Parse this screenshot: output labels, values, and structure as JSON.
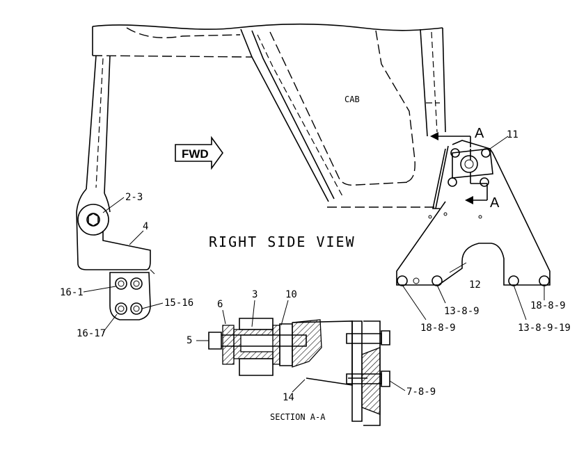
{
  "labels": {
    "cab": "CAB",
    "fwd": "FWD",
    "view_title": "RIGHT SIDE VIEW",
    "section_title": "SECTION A-A",
    "section_marker_top": "A",
    "section_marker_bottom": "A"
  },
  "callouts": {
    "c2_3": "2-3",
    "c4": "4",
    "c16_1": "16-1",
    "c15_16": "15-16",
    "c16_17": "16-17",
    "c11": "11",
    "c12": "12",
    "c13_8_9": "13-8-9",
    "c18_8_9_left": "18-8-9",
    "c18_8_9_right": "18-8-9",
    "c13_8_9_19": "13-8-9-19",
    "c6": "6",
    "c3": "3",
    "c10": "10",
    "c5": "5",
    "c14": "14",
    "c7_8_9": "7-8-9"
  }
}
